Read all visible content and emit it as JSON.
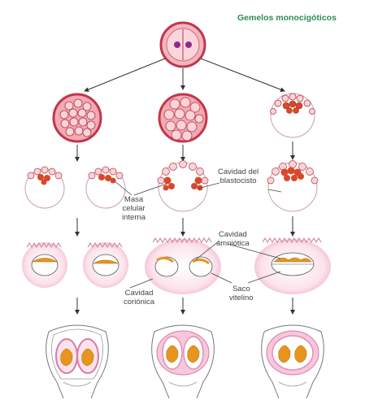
{
  "title": "Gemelos monocigóticos",
  "labels": {
    "masa_celular": [
      "Masa",
      "celular",
      "interna"
    ],
    "cavidad_blastocisto": [
      "Cavidad del",
      "blastocisto"
    ],
    "cavidad_amniotica": [
      "Cavidad",
      "amniótica"
    ],
    "cavidad_corionica": [
      "Cavidad",
      "coriónica"
    ],
    "saco_vitelino": [
      "Saco",
      "vitelino"
    ]
  },
  "colors": {
    "title": "#2e8b57",
    "cell_fill": "#f4c6c6",
    "cell_stroke": "#b03a48",
    "zona": "#d35c6a",
    "inner_mass": "#d9482b",
    "chorion": "#f7c7dc",
    "embryo": "#f0a31e",
    "arrow": "#333333"
  }
}
